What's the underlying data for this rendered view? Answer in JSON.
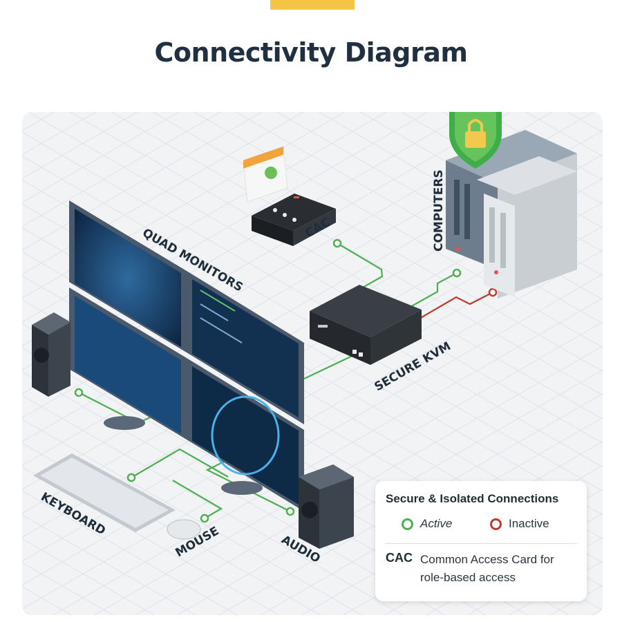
{
  "header": {
    "title": "Connectivity Diagram"
  },
  "colors": {
    "accent": "#f6c445",
    "active": "#4caf50",
    "inactive": "#c0392b",
    "title": "#203040"
  },
  "devices": {
    "monitors": "QUAD MONITORS",
    "cac": "CAC",
    "computers": "COMPUTERS",
    "kvm": "SECURE KVM",
    "keyboard": "KEYBOARD",
    "mouse": "MOUSE",
    "audio": "AUDIO"
  },
  "icons": [
    "shield-lock-icon",
    "card-reader-icon",
    "server-tower-icon",
    "kvm-switch-icon",
    "monitor-icon",
    "speaker-icon",
    "keyboard-icon",
    "mouse-icon"
  ],
  "legend": {
    "title": "Secure & Isolated Connections",
    "active_label": "Active",
    "inactive_label": "Inactive",
    "abbreviation": "CAC",
    "definition": "Common Access Card for role-based access"
  }
}
